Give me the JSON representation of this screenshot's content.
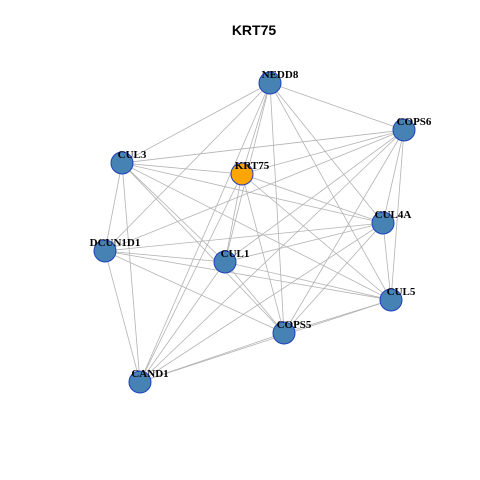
{
  "title": "KRT75",
  "colors": {
    "center_node": "#FFA500",
    "partner_node": "#4682B4",
    "node_border": "#1F3FBF",
    "edge": "#B3B3B3"
  },
  "nodes": [
    {
      "id": "NEDD8",
      "label": "NEDD8",
      "role": "partner"
    },
    {
      "id": "COPS6",
      "label": "COPS6",
      "role": "partner"
    },
    {
      "id": "CUL3",
      "label": "CUL3",
      "role": "partner"
    },
    {
      "id": "KRT75",
      "label": "KRT75",
      "role": "center"
    },
    {
      "id": "CUL4A",
      "label": "CUL4A",
      "role": "partner"
    },
    {
      "id": "DCUN1D1",
      "label": "DCUN1D1",
      "role": "partner"
    },
    {
      "id": "CUL1",
      "label": "CUL1",
      "role": "partner"
    },
    {
      "id": "CUL5",
      "label": "CUL5",
      "role": "partner"
    },
    {
      "id": "COPS5",
      "label": "COPS5",
      "role": "partner"
    },
    {
      "id": "CAND1",
      "label": "CAND1",
      "role": "partner"
    }
  ],
  "edges": [
    [
      "NEDD8",
      "COPS6"
    ],
    [
      "NEDD8",
      "CUL3"
    ],
    [
      "NEDD8",
      "KRT75"
    ],
    [
      "NEDD8",
      "CUL4A"
    ],
    [
      "NEDD8",
      "DCUN1D1"
    ],
    [
      "NEDD8",
      "CUL1"
    ],
    [
      "NEDD8",
      "CUL5"
    ],
    [
      "NEDD8",
      "COPS5"
    ],
    [
      "NEDD8",
      "CAND1"
    ],
    [
      "COPS6",
      "CUL3"
    ],
    [
      "COPS6",
      "KRT75"
    ],
    [
      "COPS6",
      "CUL4A"
    ],
    [
      "COPS6",
      "DCUN1D1"
    ],
    [
      "COPS6",
      "CUL1"
    ],
    [
      "COPS6",
      "CUL5"
    ],
    [
      "COPS6",
      "COPS5"
    ],
    [
      "COPS6",
      "CAND1"
    ],
    [
      "CUL3",
      "KRT75"
    ],
    [
      "CUL3",
      "CUL4A"
    ],
    [
      "CUL3",
      "DCUN1D1"
    ],
    [
      "CUL3",
      "CUL1"
    ],
    [
      "CUL3",
      "CUL5"
    ],
    [
      "CUL3",
      "COPS5"
    ],
    [
      "CUL3",
      "CAND1"
    ],
    [
      "KRT75",
      "CUL4A"
    ],
    [
      "KRT75",
      "CUL1"
    ],
    [
      "KRT75",
      "CUL5"
    ],
    [
      "KRT75",
      "COPS5"
    ],
    [
      "KRT75",
      "CAND1"
    ],
    [
      "CUL4A",
      "DCUN1D1"
    ],
    [
      "CUL4A",
      "CUL1"
    ],
    [
      "CUL4A",
      "CUL5"
    ],
    [
      "CUL4A",
      "COPS5"
    ],
    [
      "CUL4A",
      "CAND1"
    ],
    [
      "DCUN1D1",
      "CUL1"
    ],
    [
      "DCUN1D1",
      "CUL5"
    ],
    [
      "DCUN1D1",
      "COPS5"
    ],
    [
      "DCUN1D1",
      "CAND1"
    ],
    [
      "CUL1",
      "CUL5"
    ],
    [
      "CUL1",
      "COPS5"
    ],
    [
      "CUL1",
      "CAND1"
    ],
    [
      "CUL5",
      "COPS5"
    ],
    [
      "CUL5",
      "CAND1"
    ],
    [
      "COPS5",
      "CAND1"
    ]
  ]
}
